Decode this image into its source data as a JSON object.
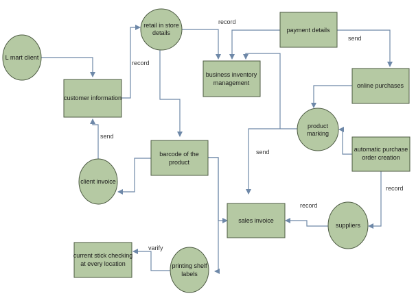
{
  "nodes": {
    "l_mart_client": [
      "L mart  client"
    ],
    "retail_in_store": [
      "retail in store",
      "details"
    ],
    "payment_details": [
      "payment details"
    ],
    "customer_information": [
      "customer information"
    ],
    "business_inventory": [
      "business inventory",
      "management"
    ],
    "online_purchases": [
      "online  purchases"
    ],
    "product_marking": [
      "product",
      "marking"
    ],
    "automatic_purchase": [
      "automatic  purchase",
      "order creation"
    ],
    "barcode": [
      "barcode  of the",
      "product"
    ],
    "client_invoice": [
      "client  invoice"
    ],
    "sales_invoice": [
      "sales invoice"
    ],
    "suppliers": [
      "suppliers"
    ],
    "current_stick": [
      "current stick checking",
      "at every location"
    ],
    "printing_labels": [
      "printing shelf",
      "labels"
    ]
  },
  "edge_labels": {
    "record_top": "record",
    "record_left": "record",
    "send_payment": "send",
    "send_invoice": "send",
    "send_middle": "send",
    "record_right": "record",
    "record_suppliers": "record",
    "varify": "varify"
  }
}
